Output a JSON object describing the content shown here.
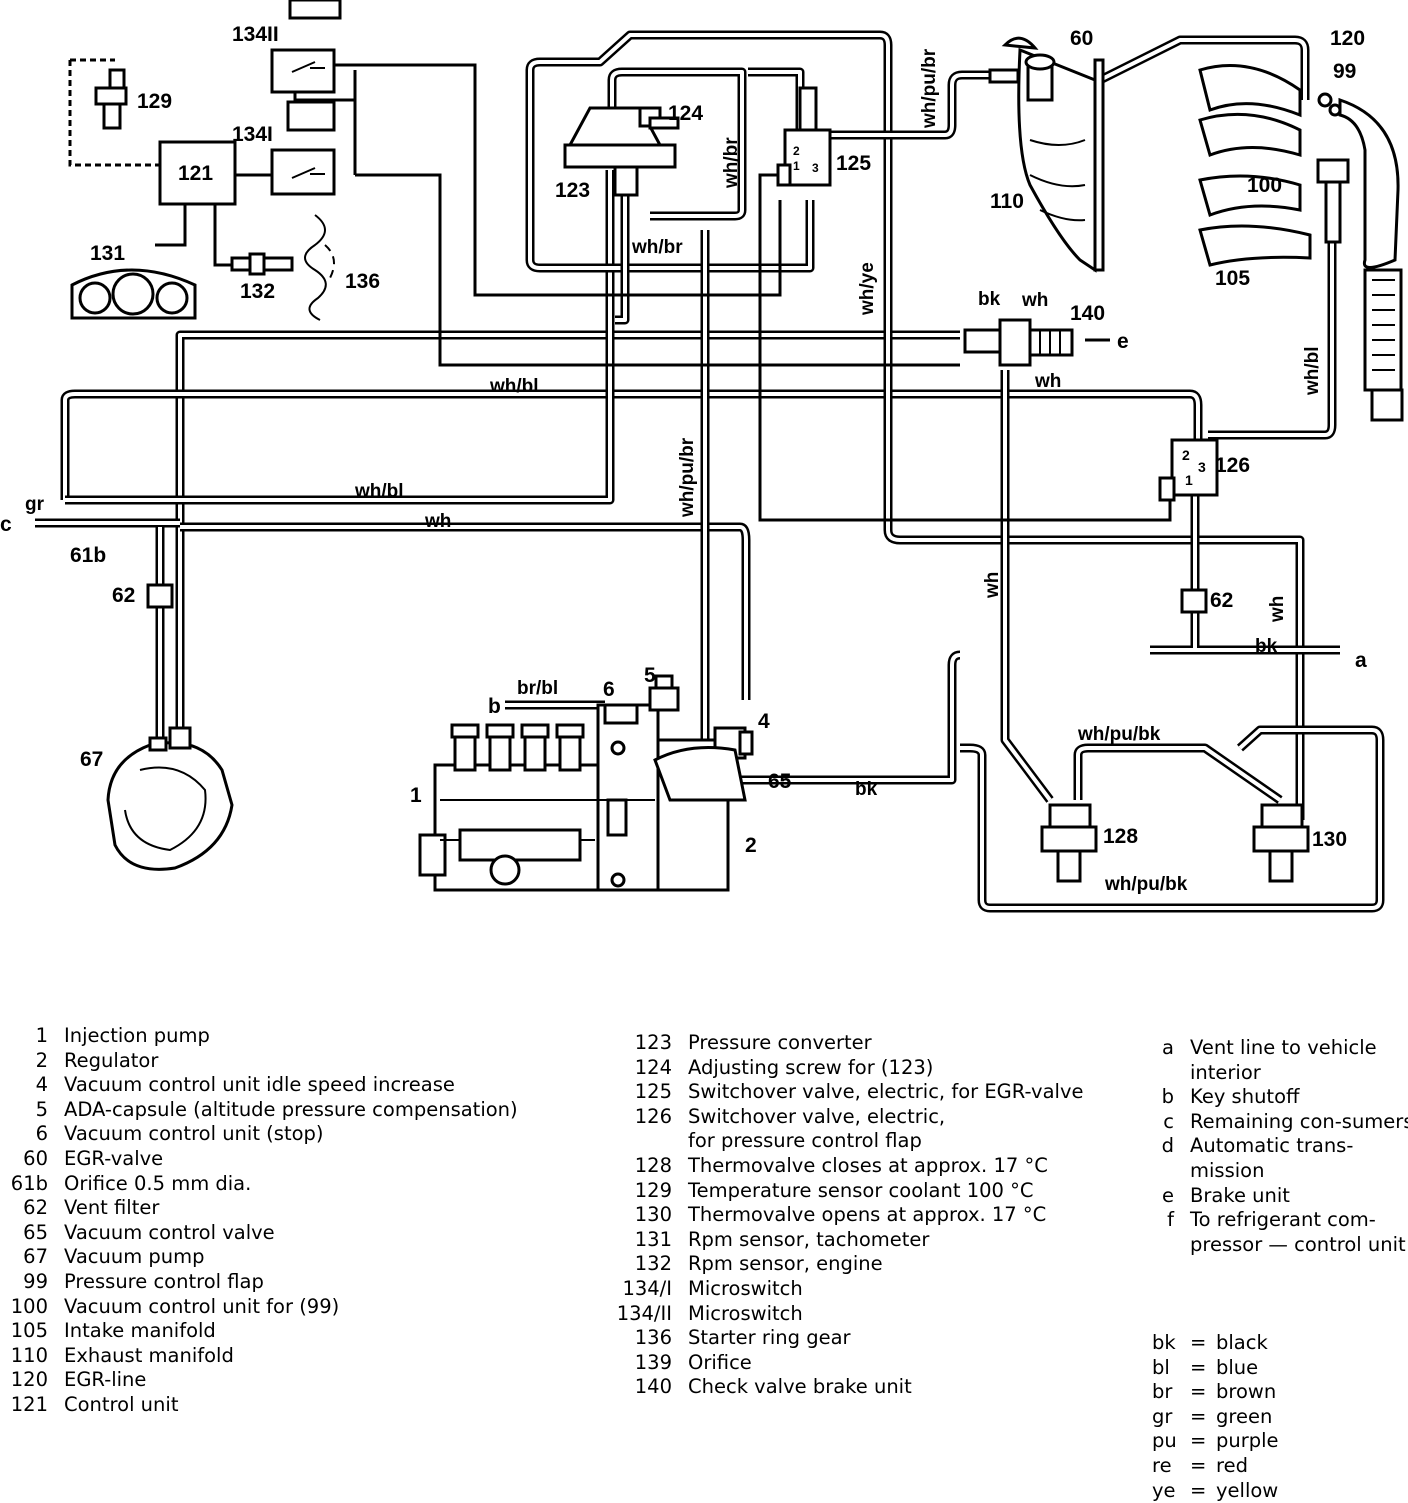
{
  "diagram": {
    "component_labels": {
      "c1": "1",
      "c2": "2",
      "c4": "4",
      "c5": "5",
      "c6": "6",
      "c60": "60",
      "c61b": "61b",
      "c62a": "62",
      "c62b": "62",
      "c65": "65",
      "c67": "67",
      "c99": "99",
      "c100": "100",
      "c105": "105",
      "c110": "110",
      "c120": "120",
      "c121": "121",
      "c123": "123",
      "c124": "124",
      "c125": "125",
      "c126": "126",
      "c128": "128",
      "c129": "129",
      "c130": "130",
      "c131": "131",
      "c132": "132",
      "c134i": "134I",
      "c134ii": "134II",
      "c136": "136",
      "c140": "140",
      "sw1": "1",
      "sw2": "2",
      "sw3": "3",
      "s125a": "2",
      "s125b": "1",
      "s125c": "3"
    },
    "wire_labels": {
      "w1": "wh/pu/br",
      "w2": "wh/br",
      "w3": "wh/br",
      "w4": "wh/ye",
      "w5": "wh/bl",
      "w6": "wh/bl",
      "w7": "wh",
      "w8": "wh/pu/br",
      "w9": "br/bl",
      "w10": "bk",
      "w11": "wh/pu/bk",
      "w12": "wh/pu/bk",
      "w13": "wh",
      "w14": "wh",
      "w15": "bk",
      "w16": "wh/bl",
      "w17": "bk",
      "w18": "wh",
      "w19": "wh",
      "w20": "gr"
    },
    "end_labels": {
      "a": "a",
      "b": "b",
      "c": "c",
      "e": "e"
    }
  },
  "legend": {
    "column1": [
      {
        "num": "1",
        "text": "Injection pump"
      },
      {
        "num": "2",
        "text": "Regulator"
      },
      {
        "num": "4",
        "text": "Vacuum control unit idle speed increase"
      },
      {
        "num": "5",
        "text": "ADA-capsule (altitude pressure compensation)"
      },
      {
        "num": "6",
        "text": "Vacuum control unit (stop)"
      },
      {
        "num": "60",
        "text": "EGR-valve"
      },
      {
        "num": "61b",
        "text": "Orifice 0.5 mm dia."
      },
      {
        "num": "62",
        "text": "Vent filter"
      },
      {
        "num": "65",
        "text": "Vacuum control valve"
      },
      {
        "num": "67",
        "text": "Vacuum pump"
      },
      {
        "num": "99",
        "text": "Pressure control flap"
      },
      {
        "num": "100",
        "text": "Vacuum control unit for (99)"
      },
      {
        "num": "105",
        "text": "Intake manifold"
      },
      {
        "num": "110",
        "text": "Exhaust manifold"
      },
      {
        "num": "120",
        "text": "EGR-line"
      },
      {
        "num": "121",
        "text": "Control unit"
      }
    ],
    "column2": [
      {
        "num": "123",
        "text": "Pressure converter"
      },
      {
        "num": "124",
        "text": "Adjusting screw for (123)"
      },
      {
        "num": "125",
        "text": "Switchover valve, electric, for EGR-valve"
      },
      {
        "num": "126",
        "text": "Switchover valve, electric,"
      },
      {
        "num": "",
        "text": "for pressure control flap"
      },
      {
        "num": "128",
        "text": "Thermovalve closes at approx. 17 °C"
      },
      {
        "num": "129",
        "text": "Temperature sensor coolant 100 °C"
      },
      {
        "num": "130",
        "text": "Thermovalve opens at approx. 17 °C"
      },
      {
        "num": "131",
        "text": "Rpm sensor, tachometer"
      },
      {
        "num": "132",
        "text": "Rpm sensor, engine"
      },
      {
        "num": "134/I",
        "text": "Microswitch"
      },
      {
        "num": "134/II",
        "text": "Microswitch"
      },
      {
        "num": "136",
        "text": "Starter ring gear"
      },
      {
        "num": "139",
        "text": "Orifice"
      },
      {
        "num": "140",
        "text": "Check valve brake unit"
      }
    ],
    "column3": [
      {
        "num": "a",
        "text": "Vent line to vehicle interior"
      },
      {
        "num": "b",
        "text": "Key shutoff"
      },
      {
        "num": "c",
        "text": "Remaining con-sumers"
      },
      {
        "num": "d",
        "text": "Automatic trans-mission"
      },
      {
        "num": "e",
        "text": "Brake unit"
      },
      {
        "num": "f",
        "text": "To refrigerant com-pressor — control unit"
      }
    ],
    "colors": [
      {
        "abbr": "bk",
        "eq": "=",
        "name": "black"
      },
      {
        "abbr": "bl",
        "eq": "=",
        "name": "blue"
      },
      {
        "abbr": "br",
        "eq": "=",
        "name": "brown"
      },
      {
        "abbr": "gr",
        "eq": "=",
        "name": "green"
      },
      {
        "abbr": "pu",
        "eq": "=",
        "name": "purple"
      },
      {
        "abbr": "re",
        "eq": "=",
        "name": "red"
      },
      {
        "abbr": "ye",
        "eq": "=",
        "name": "yellow"
      }
    ]
  }
}
